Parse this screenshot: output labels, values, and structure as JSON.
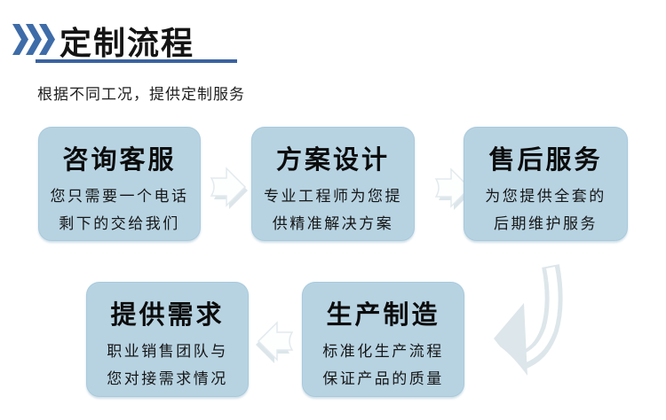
{
  "header": {
    "title": "定制流程",
    "subtitle": "根据不同工况，提供定制服务"
  },
  "icons": {
    "triple_chevron": "triple-chevron-right-icon",
    "step_arrow_right": "block-arrow-right-icon",
    "step_arrow_left": "block-arrow-left-icon",
    "curve_arrow": "curved-down-left-arrow-icon"
  },
  "colors": {
    "chevron_blue": "#3e6ca8",
    "underline_blue": "#3a62a0",
    "box_fill": "#b7d3e2",
    "arrow_outline": "#dce6ea",
    "curve_arrow": "#dde6ea",
    "text": "#121212"
  },
  "flow": {
    "steps": [
      {
        "title": "咨询客服",
        "line1": "您只需要一个电话",
        "line2": "剩下的交给我们"
      },
      {
        "title": "方案设计",
        "line1": "专业工程师为您提",
        "line2": "供精准解决方案"
      },
      {
        "title": "售后服务",
        "line1": "为您提供全套的",
        "line2": "后期维护服务"
      },
      {
        "title": "提供需求",
        "line1": "职业销售团队与",
        "line2": "您对接需求情况"
      },
      {
        "title": "生产制造",
        "line1": "标准化生产流程",
        "line2": "保证产品的质量"
      }
    ]
  }
}
